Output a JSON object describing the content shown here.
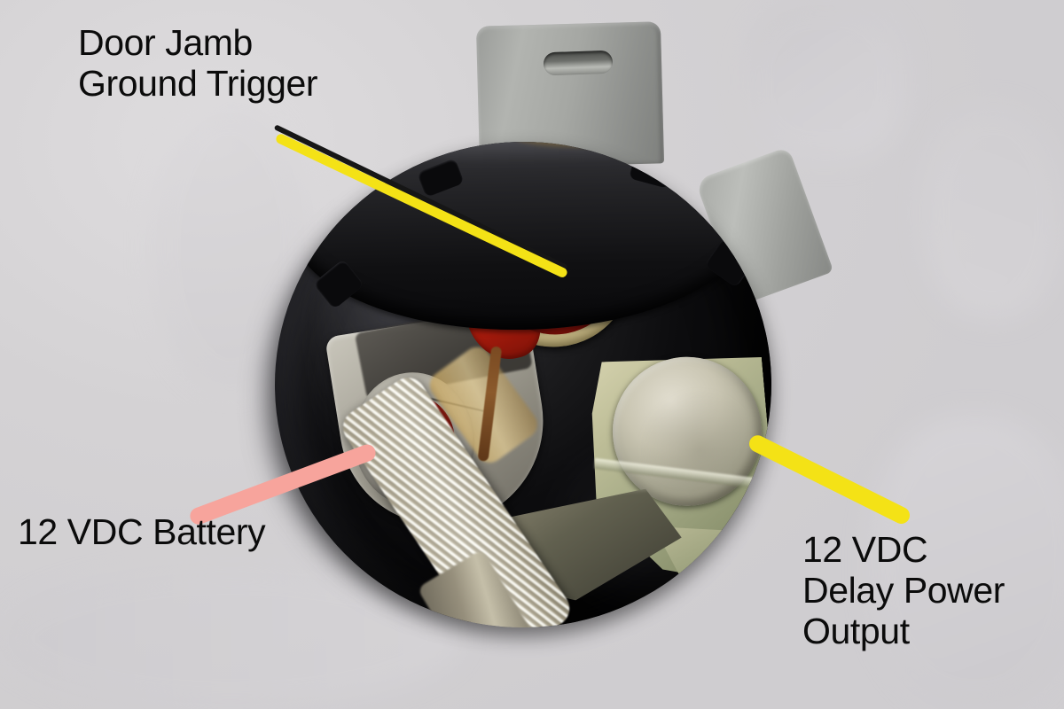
{
  "image": {
    "subject": "automotive time delay relay / solenoid",
    "background_color": "#d6d4d6",
    "body_color": "#101012"
  },
  "annotations": {
    "door_jamb": {
      "label": "Door Jamb\nGround Trigger",
      "pointer_color": "#f4e216",
      "pointer_outline_color": "#161616",
      "target": "top-terminal"
    },
    "battery": {
      "label": "12 VDC Battery",
      "pointer_color": "#f7a49c",
      "target": "left-terminal"
    },
    "output": {
      "label": "12 VDC\nDelay Power\nOutput",
      "pointer_color": "#f4e216",
      "target": "right-terminal"
    }
  },
  "terminals": {
    "top": {
      "name": "door-jamb-ground-trigger-terminal",
      "seal_color": "#ad1a10",
      "ring_color": "#ddd0a4"
    },
    "left": {
      "name": "battery-terminal",
      "seal_color": "#a81a10",
      "plate_color": "#a9a69b"
    },
    "right": {
      "name": "delay-power-output-terminal",
      "disc_color": "#c9c5b2",
      "bracket_color": "#a5aa86"
    }
  },
  "hardware": {
    "top_tab": "mounting-tab-top",
    "right_tab": "mounting-tab-right",
    "braided_strap": "braided-ground-strap"
  }
}
